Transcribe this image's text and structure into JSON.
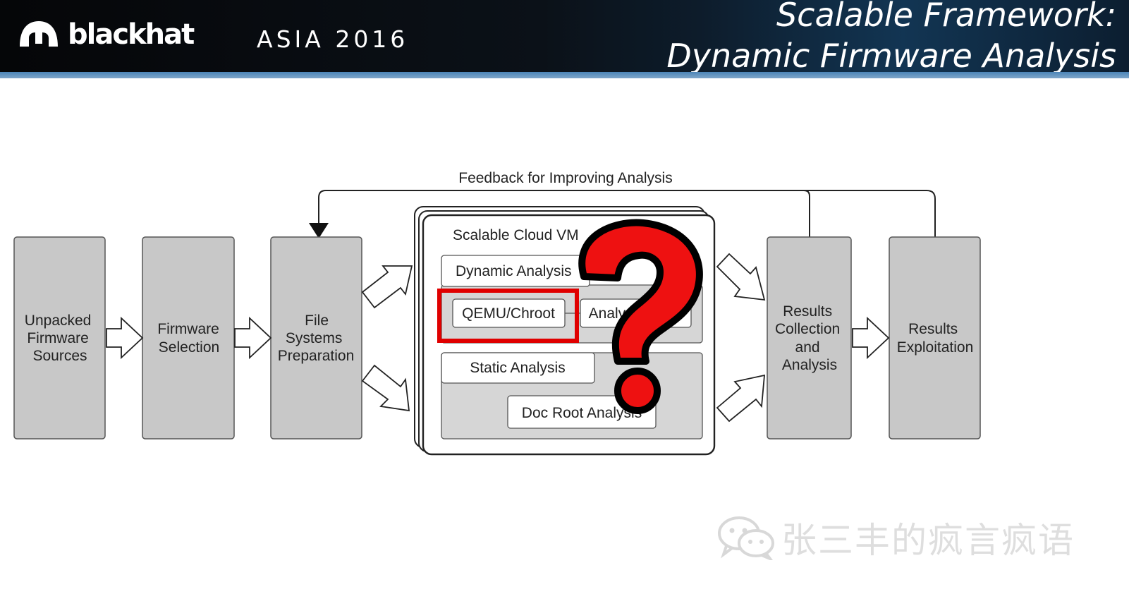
{
  "header": {
    "brand": "blackhat",
    "event": "ASIA 2016",
    "title_line1": "Scalable Framework:",
    "title_line2": "Dynamic Firmware Analysis"
  },
  "diagram": {
    "feedback_label": "Feedback for Improving Analysis",
    "steps": {
      "unpacked": [
        "Unpacked",
        "Firmware",
        "Sources"
      ],
      "selection": [
        "Firmware",
        "Selection"
      ],
      "file_systems": [
        "File",
        "Systems",
        "Preparation"
      ],
      "results_collection": [
        "Results",
        "Collection",
        "and",
        "Analysis"
      ],
      "results_exploitation": [
        "Results",
        "Exploitation"
      ]
    },
    "cloud": {
      "title": "Scalable Cloud VM",
      "dynamic": "Dynamic Analysis",
      "qemu": "QEMU/Chroot",
      "analysis_tools": "Analysis Tools",
      "static": "Static Analysis",
      "doc_root": "Doc Root Analysis"
    },
    "overlay_symbol": "?"
  },
  "watermark": {
    "text": "张三丰的疯言疯语",
    "icon": "wechat-icon"
  },
  "colors": {
    "box_fill": "#c8c8c8",
    "panel_fill": "#d6d6d6",
    "highlight": "#e00000",
    "question_red": "#ee1111"
  }
}
